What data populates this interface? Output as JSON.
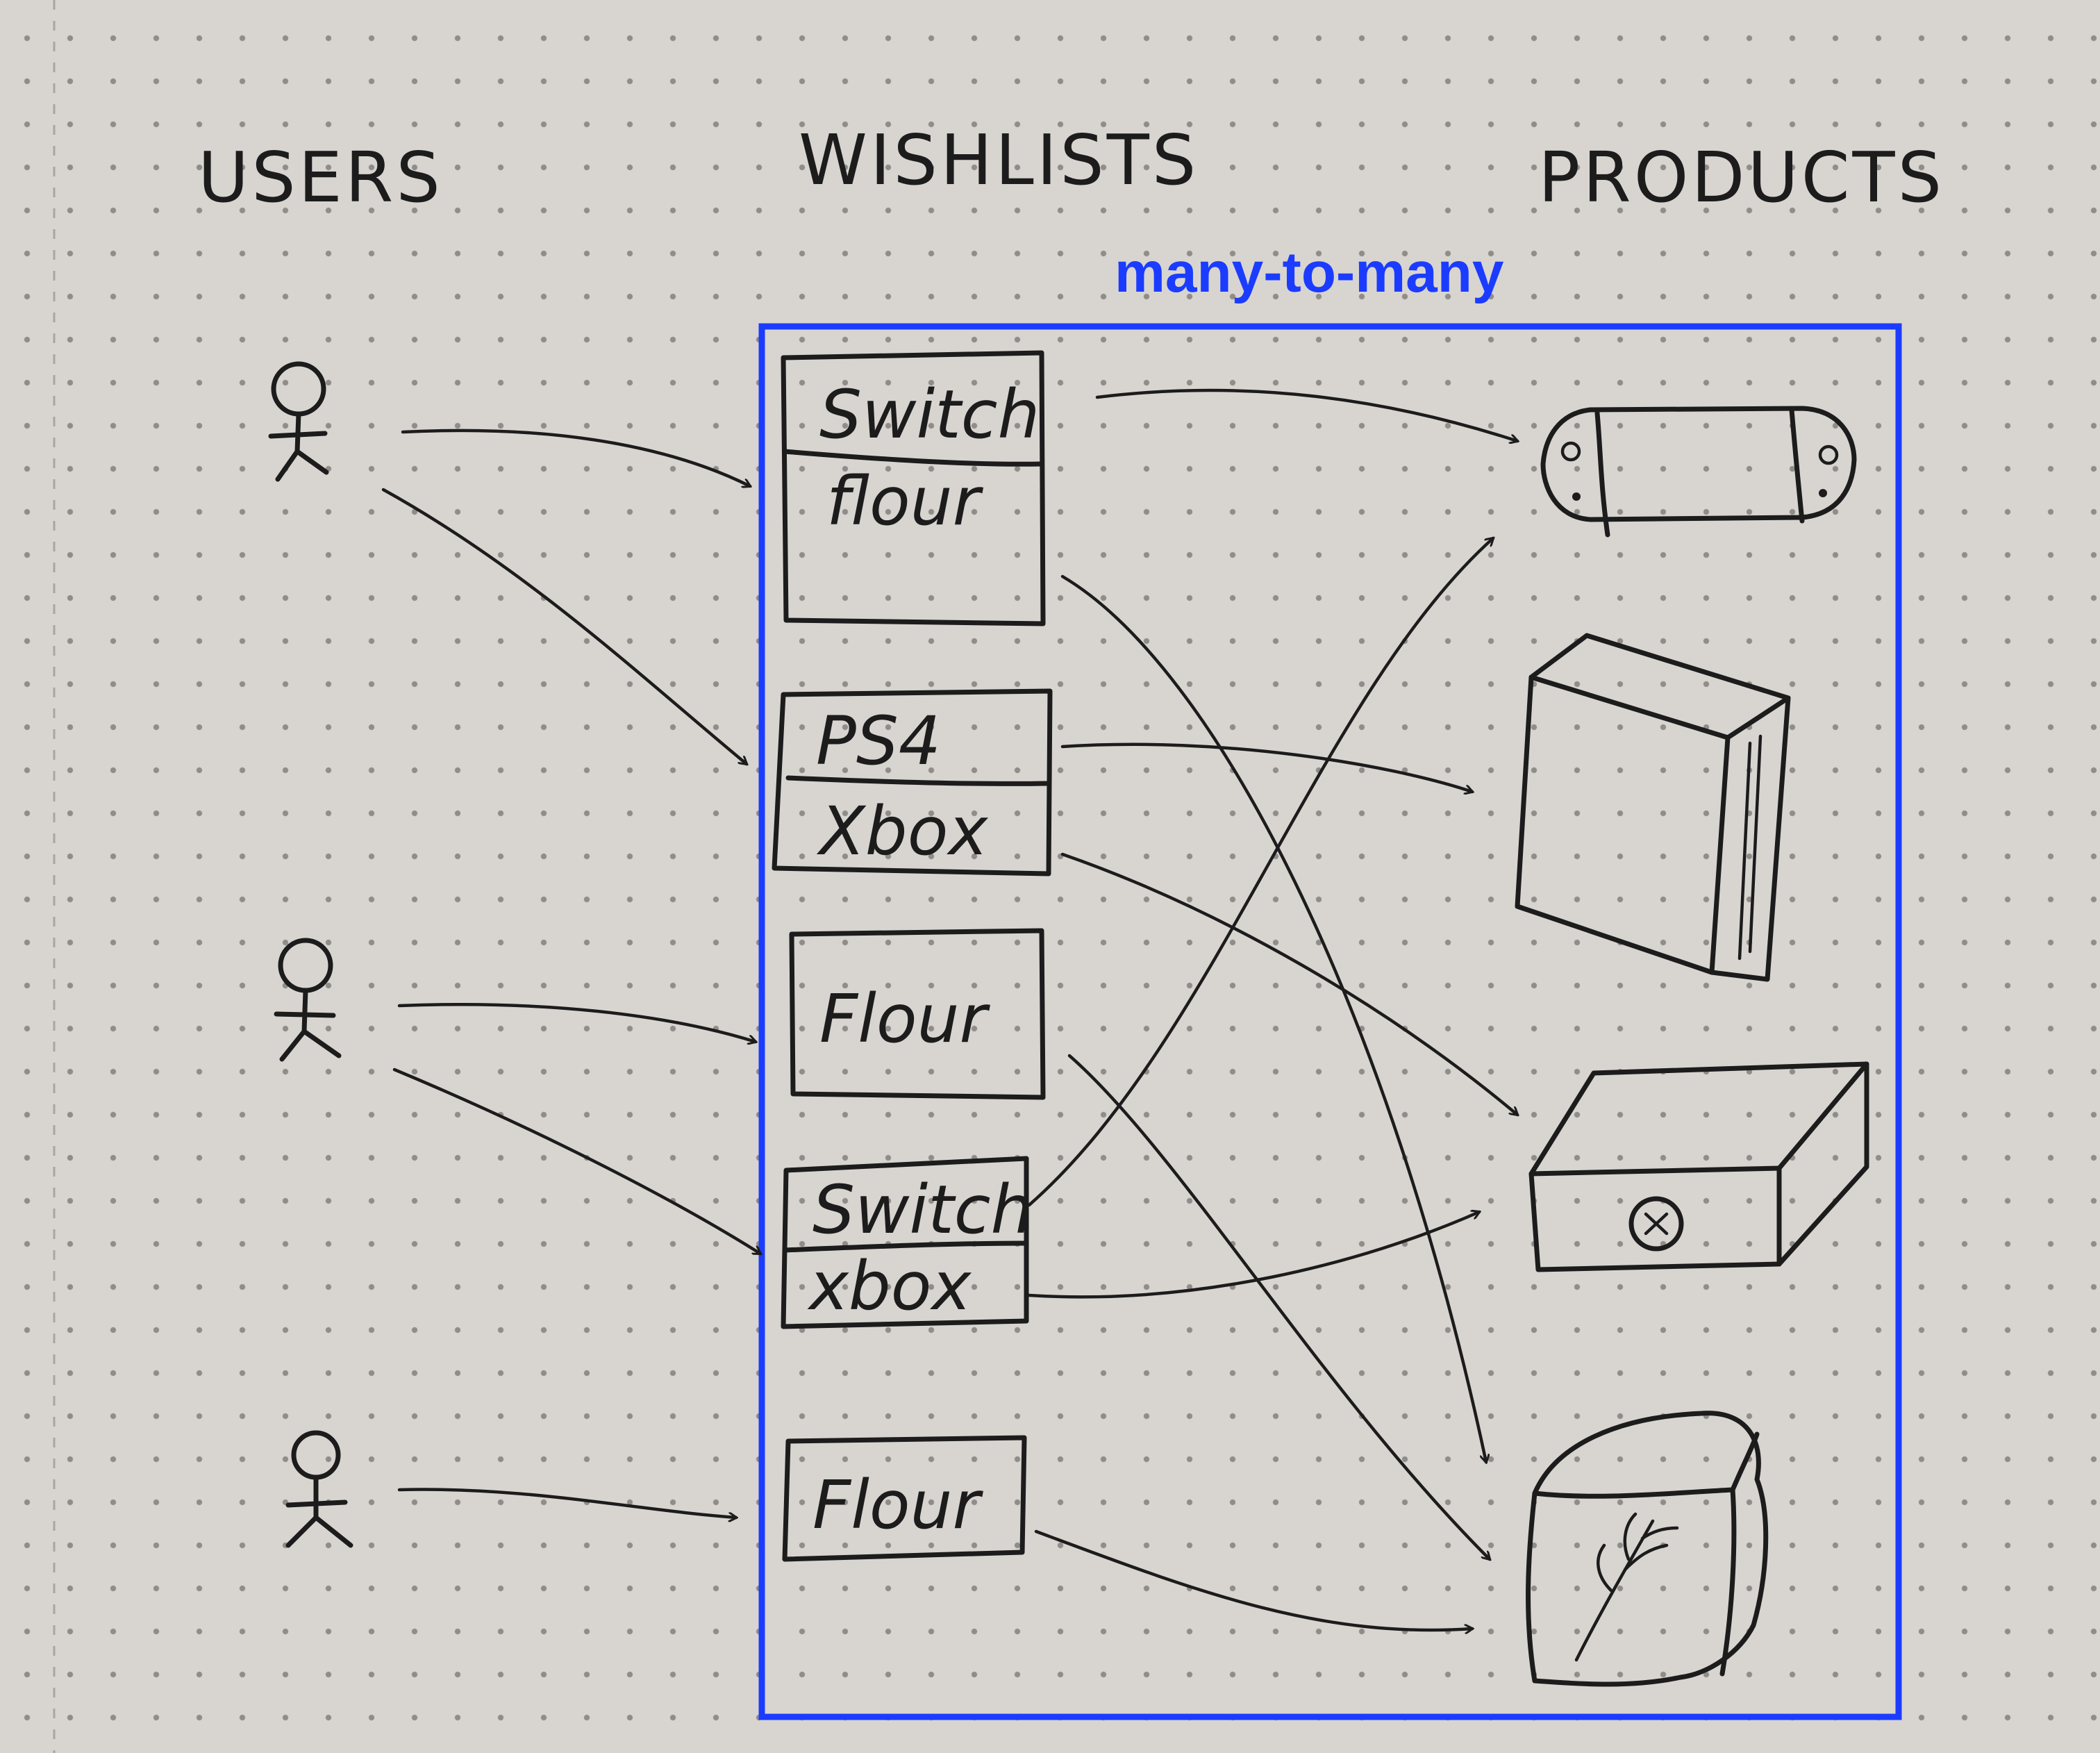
{
  "columns": {
    "users": "USERS",
    "wishlists": "WISHLISTS",
    "products": "PRODUCTS"
  },
  "relationship_label": "many-to-many",
  "wishlist_items": {
    "w1_a": "Switch",
    "w1_b": "flour",
    "w2_a": "PS4",
    "w2_b": "Xbox",
    "w3_a": "Flour",
    "w4_a": "Switch",
    "w4_b": "xbox",
    "w5_a": "Flour"
  },
  "icons": {
    "product_1": "switch-console-icon",
    "product_2": "ps4-console-icon",
    "product_3": "xbox-console-icon",
    "product_4": "flour-bag-icon",
    "user": "stick-figure-user-icon"
  },
  "colors": {
    "ink": "#1c1c1c",
    "highlight": "#1b3cff",
    "paper": "#d8d5d1"
  }
}
